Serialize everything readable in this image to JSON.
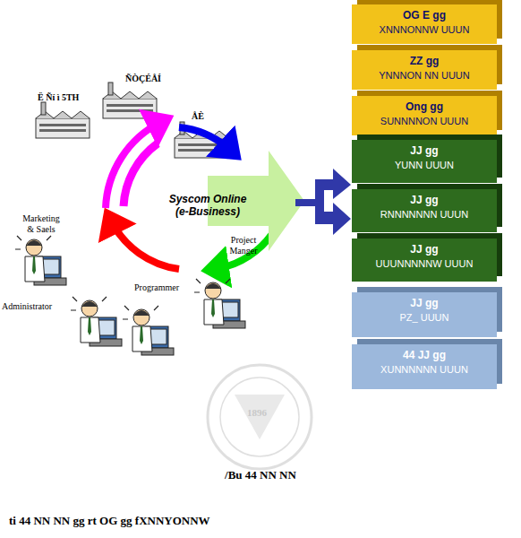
{
  "diagram": {
    "caption": "/Bu 44 NN NN",
    "nodes": [
      {
        "text": [
          "OG E gg",
          "XNNNONNW UUUN"
        ]
      },
      {
        "text": [
          "ZZ gg",
          "YNNNON NN UUUN"
        ]
      },
      {
        "text": [
          "Ong gg",
          "SUNNNNON UUUN"
        ]
      },
      {
        "text": [
          "JJ gg",
          "YUNN UUUN"
        ]
      },
      {
        "text": [
          "JJ gg",
          "RNNNNNNN UUUN"
        ]
      },
      {
        "text": [
          "JJ gg",
          "UUUNNNNNW UUUN"
        ]
      },
      {
        "text": [
          "JJ gg",
          "PZ_ UUUN"
        ]
      },
      {
        "text": [
          "44 JJ gg",
          "XUNNNNNN UUUN"
        ]
      }
    ],
    "edges": [],
    "labels": [
      "Ë Ñí ì 5TH",
      "ÑÒÇÉÅÍ",
      "ÅÈ",
      "Syscom Online (e-Business)",
      "Marketing & Saels",
      "Project Manger",
      "Programmer",
      "Administrator",
      "1896",
      "ti 44 NN NN gg rt OG gg fXNNYONNW"
    ]
  }
}
